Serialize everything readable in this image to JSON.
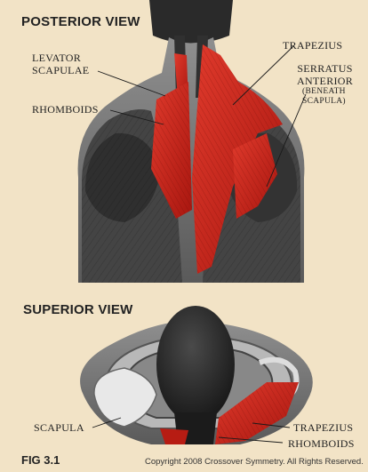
{
  "figure": {
    "posterior_heading": "POSTERIOR VIEW",
    "superior_heading": "SUPERIOR VIEW",
    "fig_label": "FIG 3.1",
    "copyright": "Copyright 2008 Crossover Symmetry. All Rights Reserved.",
    "labels": {
      "levator_line1": "LEVATOR",
      "levator_line2": "SCAPULAE",
      "rhomboids": "RHOMBOIDS",
      "trapezius": "TRAPEZIUS",
      "serratus_line1": "SERRATUS",
      "serratus_line2": "ANTERIOR",
      "serratus_note1": "(BENEATH",
      "serratus_note2": "SCAPULA)",
      "scapula_sup": "SCAPULA",
      "trapezius_sup": "TRAPEZIUS",
      "rhomboids_sup": "RHOMBOIDS"
    },
    "colors": {
      "background": "#f2e3c6",
      "muscle_red": "#c8241b",
      "muscle_gray": "#3d3d3d",
      "skin_gray": "#8a8a8a"
    }
  }
}
